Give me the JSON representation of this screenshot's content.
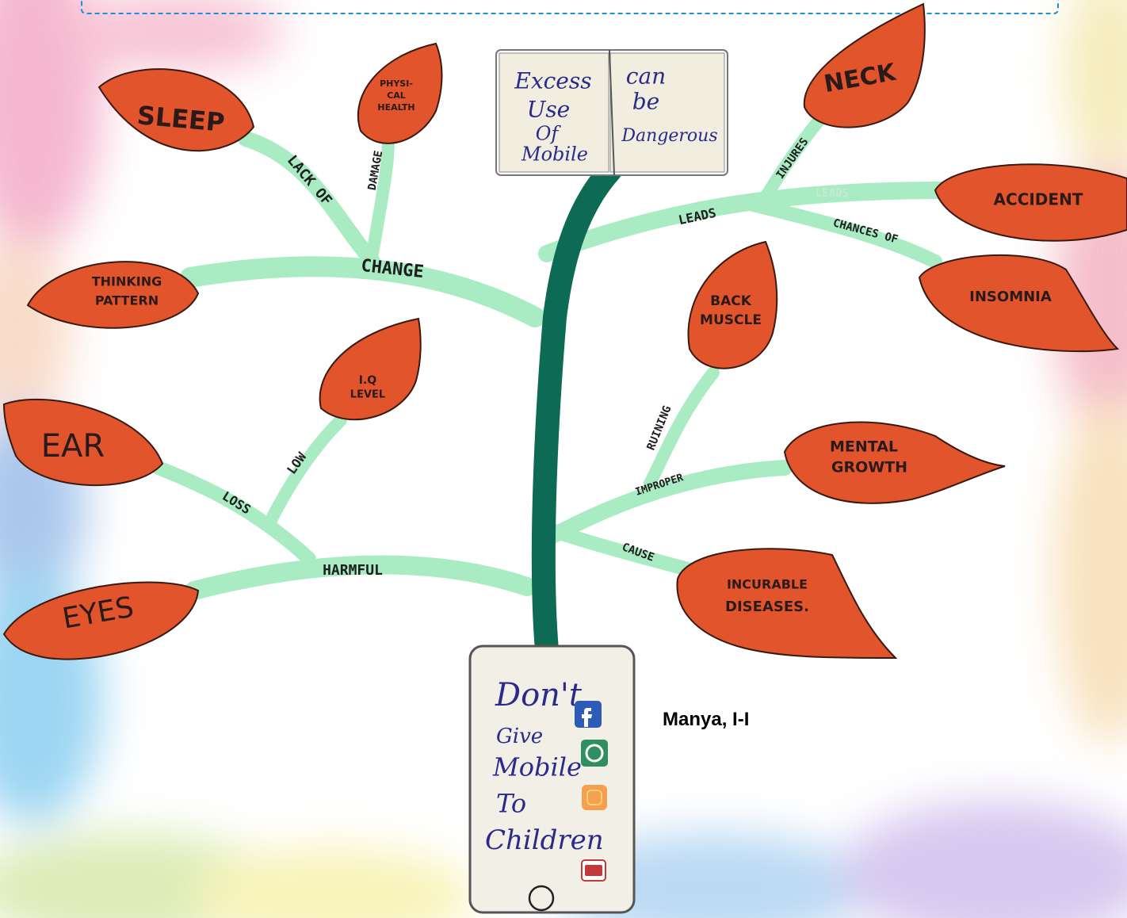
{
  "book": {
    "left_lines": [
      "Excess",
      "Use",
      "Of",
      "Mobile"
    ],
    "right_lines": [
      "can",
      "be",
      "Dangerous"
    ]
  },
  "phone": {
    "lines": [
      "Don't",
      "Give",
      "Mobile",
      "To",
      "Children"
    ]
  },
  "branches": {
    "change": "CHANGE",
    "lack_of": "LACK OF",
    "damage": "DAMAGE",
    "leads": "LEADS",
    "injures": "INJURES",
    "chances_of": "CHANCES OF",
    "leads_to": "LEADS",
    "low": "LOW",
    "loss": "LOSS",
    "harmful": "HARMFUL",
    "ruining": "RUINING",
    "improper": "IMPROPER",
    "cause": "CAUSE"
  },
  "leaves": {
    "sleep": "SLEEP",
    "physical_health": [
      "PHYSI-",
      "CAL",
      "HEALTH"
    ],
    "thinking_pattern": [
      "THINKING",
      "PATTERN"
    ],
    "iq_level": [
      "I.Q",
      "LEVEL"
    ],
    "ear": "EAR",
    "eyes": "EYES",
    "neck": "NECK",
    "accident": "ACCIDENT",
    "insomnia": "INSOMNIA",
    "back_muscle": [
      "BACK",
      "MUSCLE"
    ],
    "mental_growth": [
      "MENTAL",
      "GROWTH"
    ],
    "incurable_diseases": [
      "INCURABLE",
      "DISEASES."
    ]
  },
  "credit": "Manya, I-I",
  "colors": {
    "leaf": "#e2552c",
    "branch": "#a9ecc4",
    "trunk": "#0d6a55",
    "border": "#1c8fd6"
  },
  "icons": [
    "facebook-icon",
    "whatsapp-icon",
    "instagram-icon",
    "youtube-icon",
    "home-button-icon"
  ]
}
